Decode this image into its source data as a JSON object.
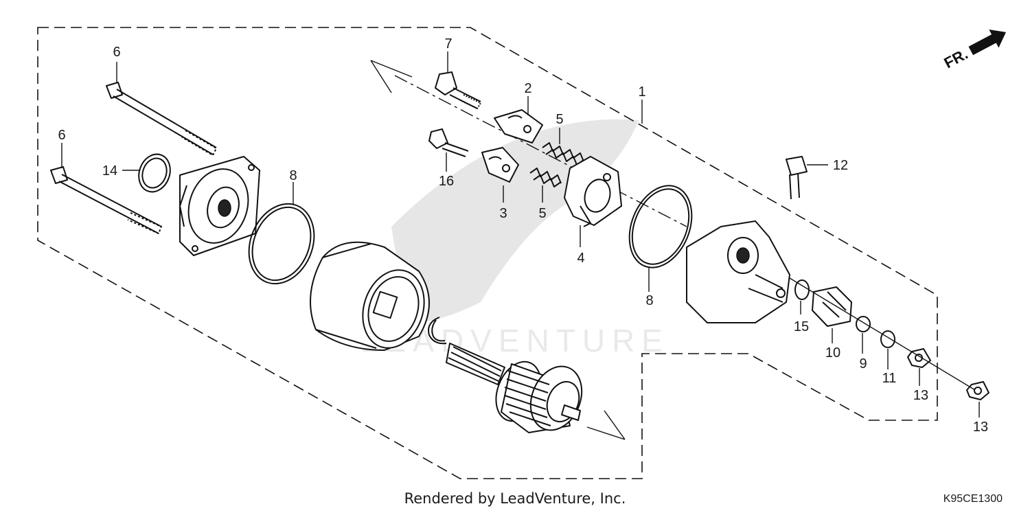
{
  "diagram": {
    "direction_label": "FR.",
    "watermark_text": "LEADVENTURE",
    "callouts": {
      "c1": "1",
      "c2": "2",
      "c3": "3",
      "c4": "4",
      "c5a": "5",
      "c5b": "5",
      "c6a": "6",
      "c6b": "6",
      "c7": "7",
      "c8a": "8",
      "c8b": "8",
      "c9": "9",
      "c10": "10",
      "c11": "11",
      "c12": "12",
      "c13a": "13",
      "c13b": "13",
      "c14": "14",
      "c15": "15",
      "c16": "16"
    }
  },
  "footer": {
    "credit": "Rendered by LeadVenture, Inc.",
    "diagram_code": "K95CE1300"
  }
}
